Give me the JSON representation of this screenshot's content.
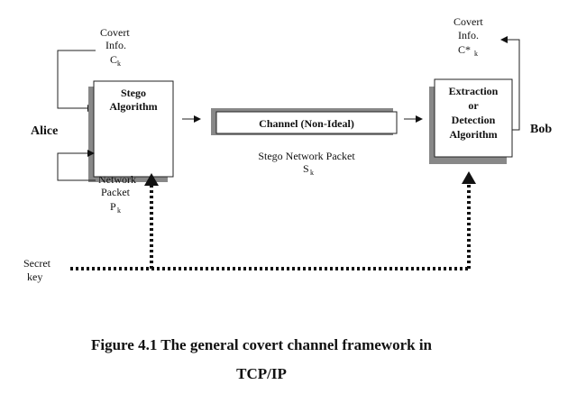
{
  "diagram": {
    "alice": "Alice",
    "bob": "Bob",
    "covert_info_in": [
      "Covert",
      "Info.",
      "C",
      "k"
    ],
    "network_packet": [
      "Network",
      "Packet",
      "P",
      "k"
    ],
    "stego_algorithm": [
      "Stego",
      "Algorithm"
    ],
    "channel": "Channel (Non-Ideal)",
    "stego_packet": [
      "Stego Network Packet",
      "S",
      "k"
    ],
    "extraction": [
      "Extraction",
      "or",
      "Detection",
      "Algorithm"
    ],
    "covert_info_out": [
      "Covert",
      "Info.",
      "C*",
      "k"
    ],
    "secret_key": [
      "Secret",
      "key"
    ]
  },
  "caption": {
    "line1": "Figure 4.1 The general covert channel framework in",
    "line2": "TCP/IP"
  }
}
